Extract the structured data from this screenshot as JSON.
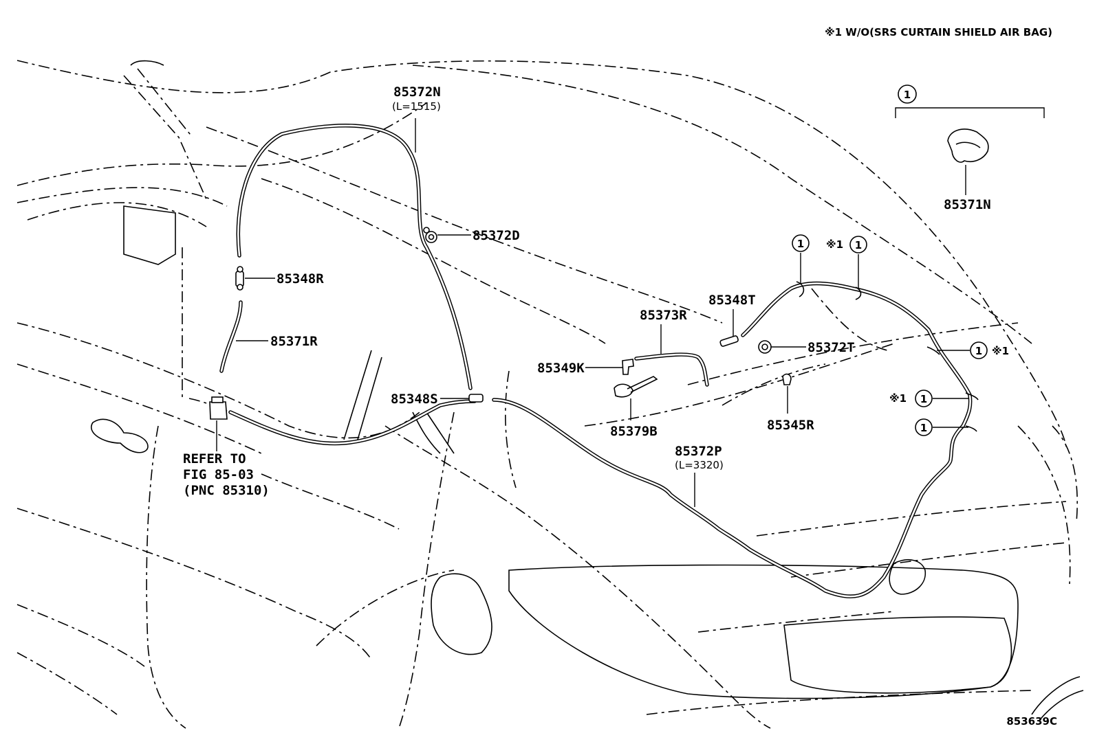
{
  "note": "※1 W/O(SRS CURTAIN SHIELD AIR BAG)",
  "figure_id": "853639C",
  "refer": {
    "line1": "REFER TO",
    "line2": "FIG 85-03",
    "line3": "(PNC 85310)"
  },
  "circle_mark": "1",
  "note_mark": "※1",
  "parts": {
    "p85372N": "85372N",
    "p85372N_len": "(L=1515)",
    "p85372D": "85372D",
    "p85348R": "85348R",
    "p85371R": "85371R",
    "p85348S": "85348S",
    "p85373R": "85373R",
    "p85349K": "85349K",
    "p85379B": "85379B",
    "p85348T": "85348T",
    "p85372T": "85372T",
    "p85345R": "85345R",
    "p85372P": "85372P",
    "p85372P_len": "(L=3320)",
    "p85371N": "85371N"
  }
}
